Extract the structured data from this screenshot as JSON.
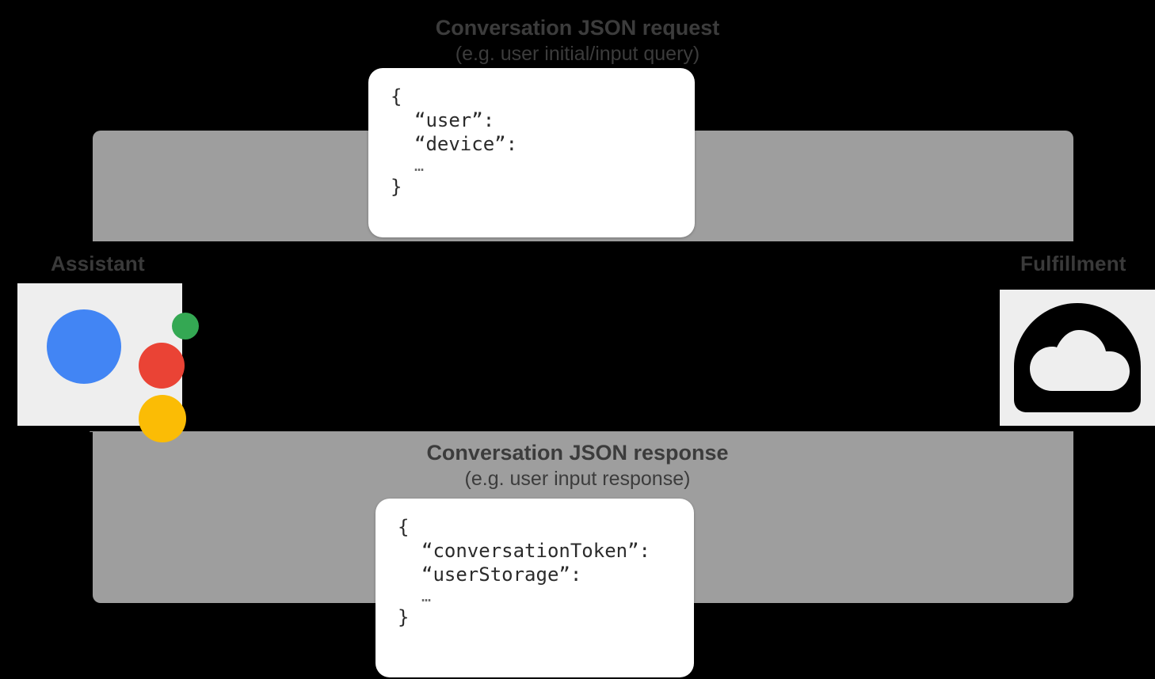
{
  "diagram": {
    "title_request": "Conversation JSON request",
    "subtitle_request": "(e.g. user initial/input query)",
    "title_response": "Conversation JSON response",
    "subtitle_response": "(e.g. user input response)"
  },
  "nodes": {
    "assistant": {
      "label": "Assistant",
      "icon": "google-assistant-icon",
      "colors": {
        "blue": "#4285F4",
        "red": "#EA4335",
        "yellow": "#FBBC05",
        "green": "#34A853"
      }
    },
    "fulfillment": {
      "label": "Fulfillment",
      "icon": "cloud-icon",
      "color": "#000000"
    }
  },
  "request_json": {
    "lines": [
      "{",
      "“user”:",
      "“device”:",
      "…",
      "}"
    ]
  },
  "response_json": {
    "lines": [
      "{",
      "“conversationToken”:",
      "“userStorage”:",
      "…",
      "}"
    ]
  },
  "style": {
    "arrow_color": "#9e9e9e",
    "background": "#000000",
    "tile_background": "#eeeeee",
    "text_color": "#3a3a3a"
  }
}
